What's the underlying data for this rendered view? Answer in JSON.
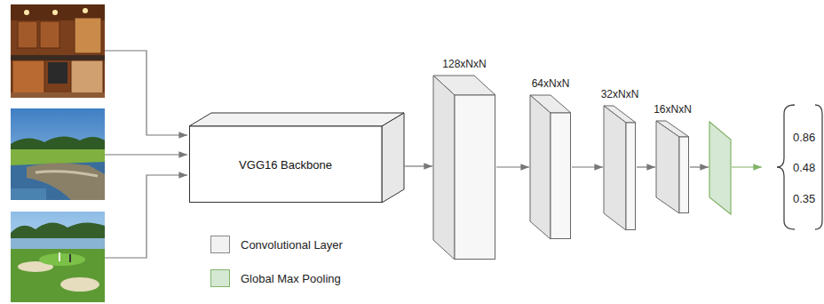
{
  "diagram": {
    "nodes": [
      {
        "text": [
          "VGG16 Backbone"
        ]
      },
      {
        "text": [
          "128xNxN"
        ]
      },
      {
        "text": [
          "64xNxN"
        ]
      },
      {
        "text": [
          "32xNxN"
        ]
      },
      {
        "text": [
          "16xNxN"
        ]
      }
    ],
    "edges": [
      {
        "from": 0,
        "to": 1,
        "arrow": "to"
      },
      {
        "from": 1,
        "to": 2,
        "arrow": "to"
      },
      {
        "from": 2,
        "to": 3,
        "arrow": "to"
      },
      {
        "from": 3,
        "to": 4,
        "arrow": "to"
      }
    ],
    "labels": [
      "0.86",
      "0.48",
      "0.35"
    ],
    "legend": [
      {
        "text": "Convolutional Layer",
        "color": "#f2f2f2"
      },
      {
        "text": "Global Max Pooling",
        "color": "#d5e8d4"
      }
    ]
  }
}
